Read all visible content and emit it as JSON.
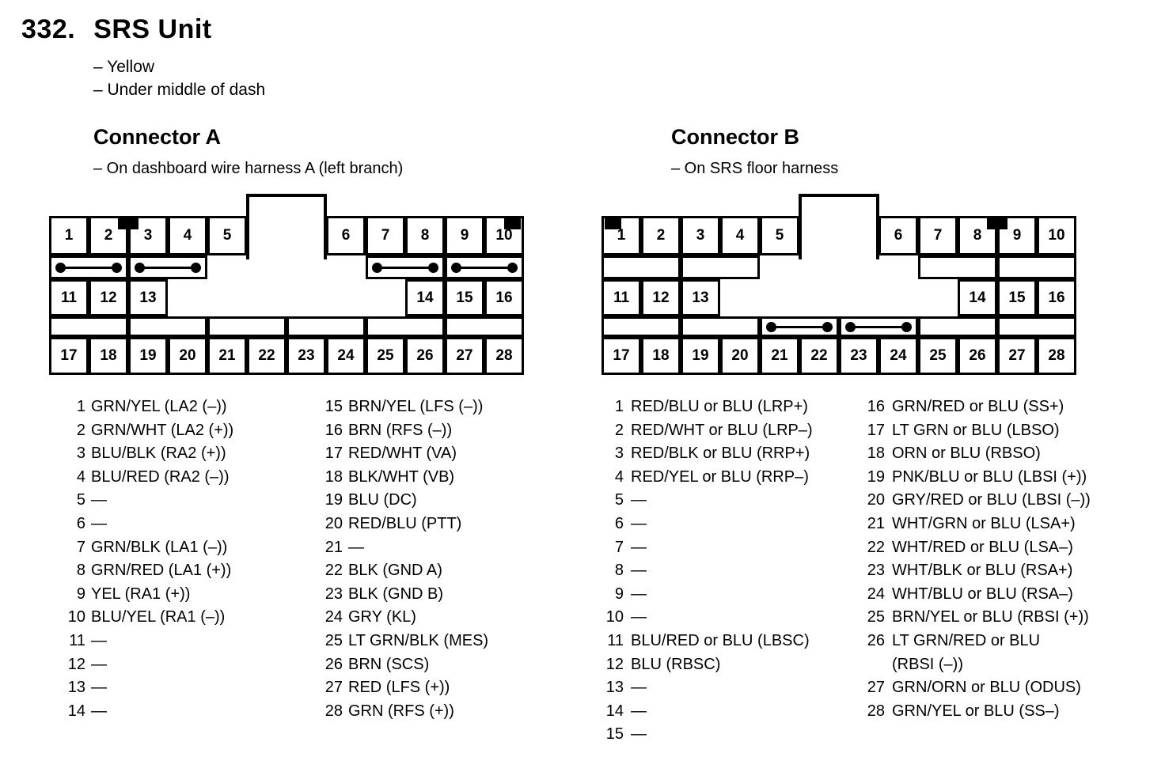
{
  "colors": {
    "ink": "#000000",
    "paper": "#ffffff"
  },
  "page": {
    "number": "332.",
    "title": "SRS Unit",
    "notes": [
      "– Yellow",
      "– Under middle of dash"
    ]
  },
  "connectors": [
    {
      "heading": "Connector A",
      "note": "– On dashboard wire harness A (left branch)",
      "diagram": {
        "pins_top": [
          "1",
          "2",
          "3",
          "4",
          "5",
          "6",
          "7",
          "8",
          "9",
          "10"
        ],
        "pins_mid": [
          "11",
          "12",
          "13",
          "14",
          "15",
          "16"
        ],
        "pins_bottom": [
          "17",
          "18",
          "19",
          "20",
          "21",
          "22",
          "23",
          "24",
          "25",
          "26",
          "27",
          "28"
        ],
        "shorting_bars": [
          {
            "row": 2,
            "pins": "1-2"
          },
          {
            "row": 2,
            "pins": "3-4"
          },
          {
            "row": 2,
            "pins": "7-8"
          },
          {
            "row": 2,
            "pins": "9-10"
          }
        ],
        "notches": [
          "between-pins-2-3",
          "top-right-corner"
        ]
      },
      "pin_columns": [
        [
          {
            "pin": "1",
            "label": "GRN/YEL (LA2 (–))"
          },
          {
            "pin": "2",
            "label": "GRN/WHT (LA2 (+))"
          },
          {
            "pin": "3",
            "label": "BLU/BLK (RA2 (+))"
          },
          {
            "pin": "4",
            "label": "BLU/RED (RA2 (–))"
          },
          {
            "pin": "5",
            "label": "—"
          },
          {
            "pin": "6",
            "label": "—"
          },
          {
            "pin": "7",
            "label": "GRN/BLK (LA1 (–))"
          },
          {
            "pin": "8",
            "label": "GRN/RED (LA1 (+))"
          },
          {
            "pin": "9",
            "label": "YEL (RA1 (+))"
          },
          {
            "pin": "10",
            "label": "BLU/YEL (RA1 (–))"
          },
          {
            "pin": "11",
            "label": "—"
          },
          {
            "pin": "12",
            "label": "—"
          },
          {
            "pin": "13",
            "label": "—"
          },
          {
            "pin": "14",
            "label": "—"
          }
        ],
        [
          {
            "pin": "15",
            "label": "BRN/YEL (LFS (–))"
          },
          {
            "pin": "16",
            "label": "BRN (RFS (–))"
          },
          {
            "pin": "17",
            "label": "RED/WHT (VA)"
          },
          {
            "pin": "18",
            "label": "BLK/WHT (VB)"
          },
          {
            "pin": "19",
            "label": "BLU (DC)"
          },
          {
            "pin": "20",
            "label": "RED/BLU (PTT)"
          },
          {
            "pin": "21",
            "label": "—"
          },
          {
            "pin": "22",
            "label": "BLK (GND A)"
          },
          {
            "pin": "23",
            "label": "BLK (GND B)"
          },
          {
            "pin": "24",
            "label": "GRY (KL)"
          },
          {
            "pin": "25",
            "label": "LT GRN/BLK (MES)"
          },
          {
            "pin": "26",
            "label": "BRN (SCS)"
          },
          {
            "pin": "27",
            "label": "RED (LFS (+))"
          },
          {
            "pin": "28",
            "label": "GRN (RFS (+))"
          }
        ]
      ]
    },
    {
      "heading": "Connector B",
      "note": "– On SRS floor harness",
      "diagram": {
        "pins_top": [
          "1",
          "2",
          "3",
          "4",
          "5",
          "6",
          "7",
          "8",
          "9",
          "10"
        ],
        "pins_mid": [
          "11",
          "12",
          "13",
          "14",
          "15",
          "16"
        ],
        "pins_bottom": [
          "17",
          "18",
          "19",
          "20",
          "21",
          "22",
          "23",
          "24",
          "25",
          "26",
          "27",
          "28"
        ],
        "shorting_bars": [
          {
            "row": 4,
            "pins": "21-22"
          },
          {
            "row": 4,
            "pins": "23-24"
          }
        ],
        "notches": [
          "top-left-corner",
          "between-pins-8-9"
        ]
      },
      "pin_columns": [
        [
          {
            "pin": "1",
            "label": "RED/BLU or BLU (LRP+)"
          },
          {
            "pin": "2",
            "label": "RED/WHT or BLU (LRP–)"
          },
          {
            "pin": "3",
            "label": "RED/BLK or BLU (RRP+)"
          },
          {
            "pin": "4",
            "label": "RED/YEL or BLU (RRP–)"
          },
          {
            "pin": "5",
            "label": "—"
          },
          {
            "pin": "6",
            "label": "—"
          },
          {
            "pin": "7",
            "label": "—"
          },
          {
            "pin": "8",
            "label": "—"
          },
          {
            "pin": "9",
            "label": "—"
          },
          {
            "pin": "10",
            "label": "—"
          },
          {
            "pin": "11",
            "label": "BLU/RED or BLU (LBSC)"
          },
          {
            "pin": "12",
            "label": "BLU (RBSC)"
          },
          {
            "pin": "13",
            "label": "—"
          },
          {
            "pin": "14",
            "label": "—"
          },
          {
            "pin": "15",
            "label": "—"
          }
        ],
        [
          {
            "pin": "16",
            "label": "GRN/RED or BLU (SS+)"
          },
          {
            "pin": "17",
            "label": "LT GRN or BLU (LBSO)"
          },
          {
            "pin": "18",
            "label": "ORN or BLU (RBSO)"
          },
          {
            "pin": "19",
            "label": "PNK/BLU or BLU (LBSI (+))"
          },
          {
            "pin": "20",
            "label": "GRY/RED or BLU (LBSI (–))"
          },
          {
            "pin": "21",
            "label": "WHT/GRN or BLU (LSA+)"
          },
          {
            "pin": "22",
            "label": "WHT/RED or BLU (LSA–)"
          },
          {
            "pin": "23",
            "label": "WHT/BLK or BLU (RSA+)"
          },
          {
            "pin": "24",
            "label": "WHT/BLU or BLU (RSA–)"
          },
          {
            "pin": "25",
            "label": "BRN/YEL or BLU (RBSI (+))"
          },
          {
            "pin": "26",
            "label": "LT GRN/RED or BLU\n(RBSI (–))"
          },
          {
            "pin": "27",
            "label": "GRN/ORN or BLU (ODUS)"
          },
          {
            "pin": "28",
            "label": "GRN/YEL or BLU (SS–)"
          }
        ]
      ]
    }
  ]
}
